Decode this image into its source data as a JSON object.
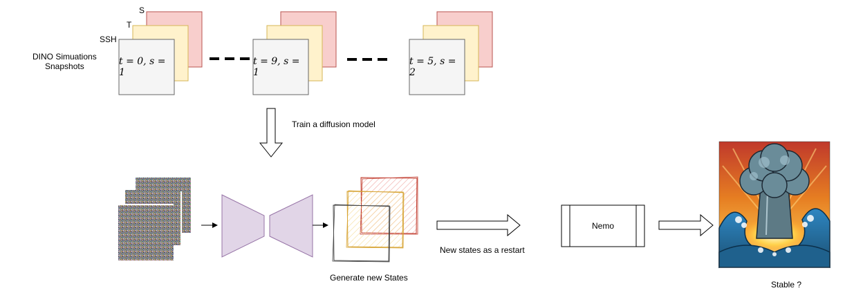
{
  "title_left": {
    "line1": "DINO Simuations",
    "line2": "Snapshots"
  },
  "layer_labels": {
    "s": "S",
    "t": "T",
    "ssh": "SSH"
  },
  "snapshots": [
    {
      "label": "t = 0, s = 1"
    },
    {
      "label": "t = 9, s = 1"
    },
    {
      "label": "t = 5, s = 2"
    }
  ],
  "train_label": "Train a diffusion model",
  "generate_label": "Generate new States",
  "restart_label": "New states as a restart",
  "nemo_label": "Nemo",
  "stable_label": "Stable ?",
  "colors": {
    "s_fill": "#f8cecc",
    "s_stroke": "#b85450",
    "t_fill": "#fff2cc",
    "t_stroke": "#d6b656",
    "ssh_fill": "#f5f5f5",
    "ssh_stroke": "#666666",
    "net_fill": "#e1d5e7",
    "net_stroke": "#9673a6"
  }
}
